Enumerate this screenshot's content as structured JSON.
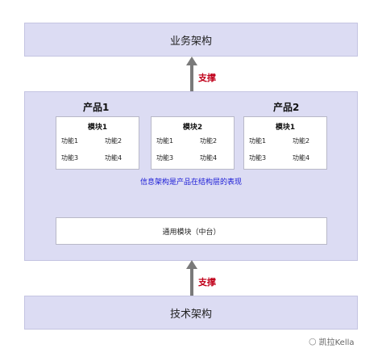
{
  "business_architecture": "业务架构",
  "tech_architecture": "技术架构",
  "support_label": "支撑",
  "products": [
    {
      "title": "产品1"
    },
    {
      "title": "产品2"
    }
  ],
  "modules": [
    {
      "title": "模块1",
      "functions": [
        "功能1",
        "功能2",
        "功能3",
        "功能4"
      ]
    },
    {
      "title": "模块2",
      "functions": [
        "功能1",
        "功能2",
        "功能3",
        "功能4"
      ]
    },
    {
      "title": "模块1",
      "functions": [
        "功能1",
        "功能2",
        "功能3",
        "功能4"
      ]
    }
  ],
  "info_caption": "信息架构是产品在结构层的表现",
  "common_module": "通用模块（中台）",
  "watermark": "凯拉Kella",
  "colors": {
    "band_fill": "#dcdcf3",
    "support_text": "#c0001a",
    "caption_text": "#1a1ad6",
    "arrow": "#7a7a7a"
  }
}
